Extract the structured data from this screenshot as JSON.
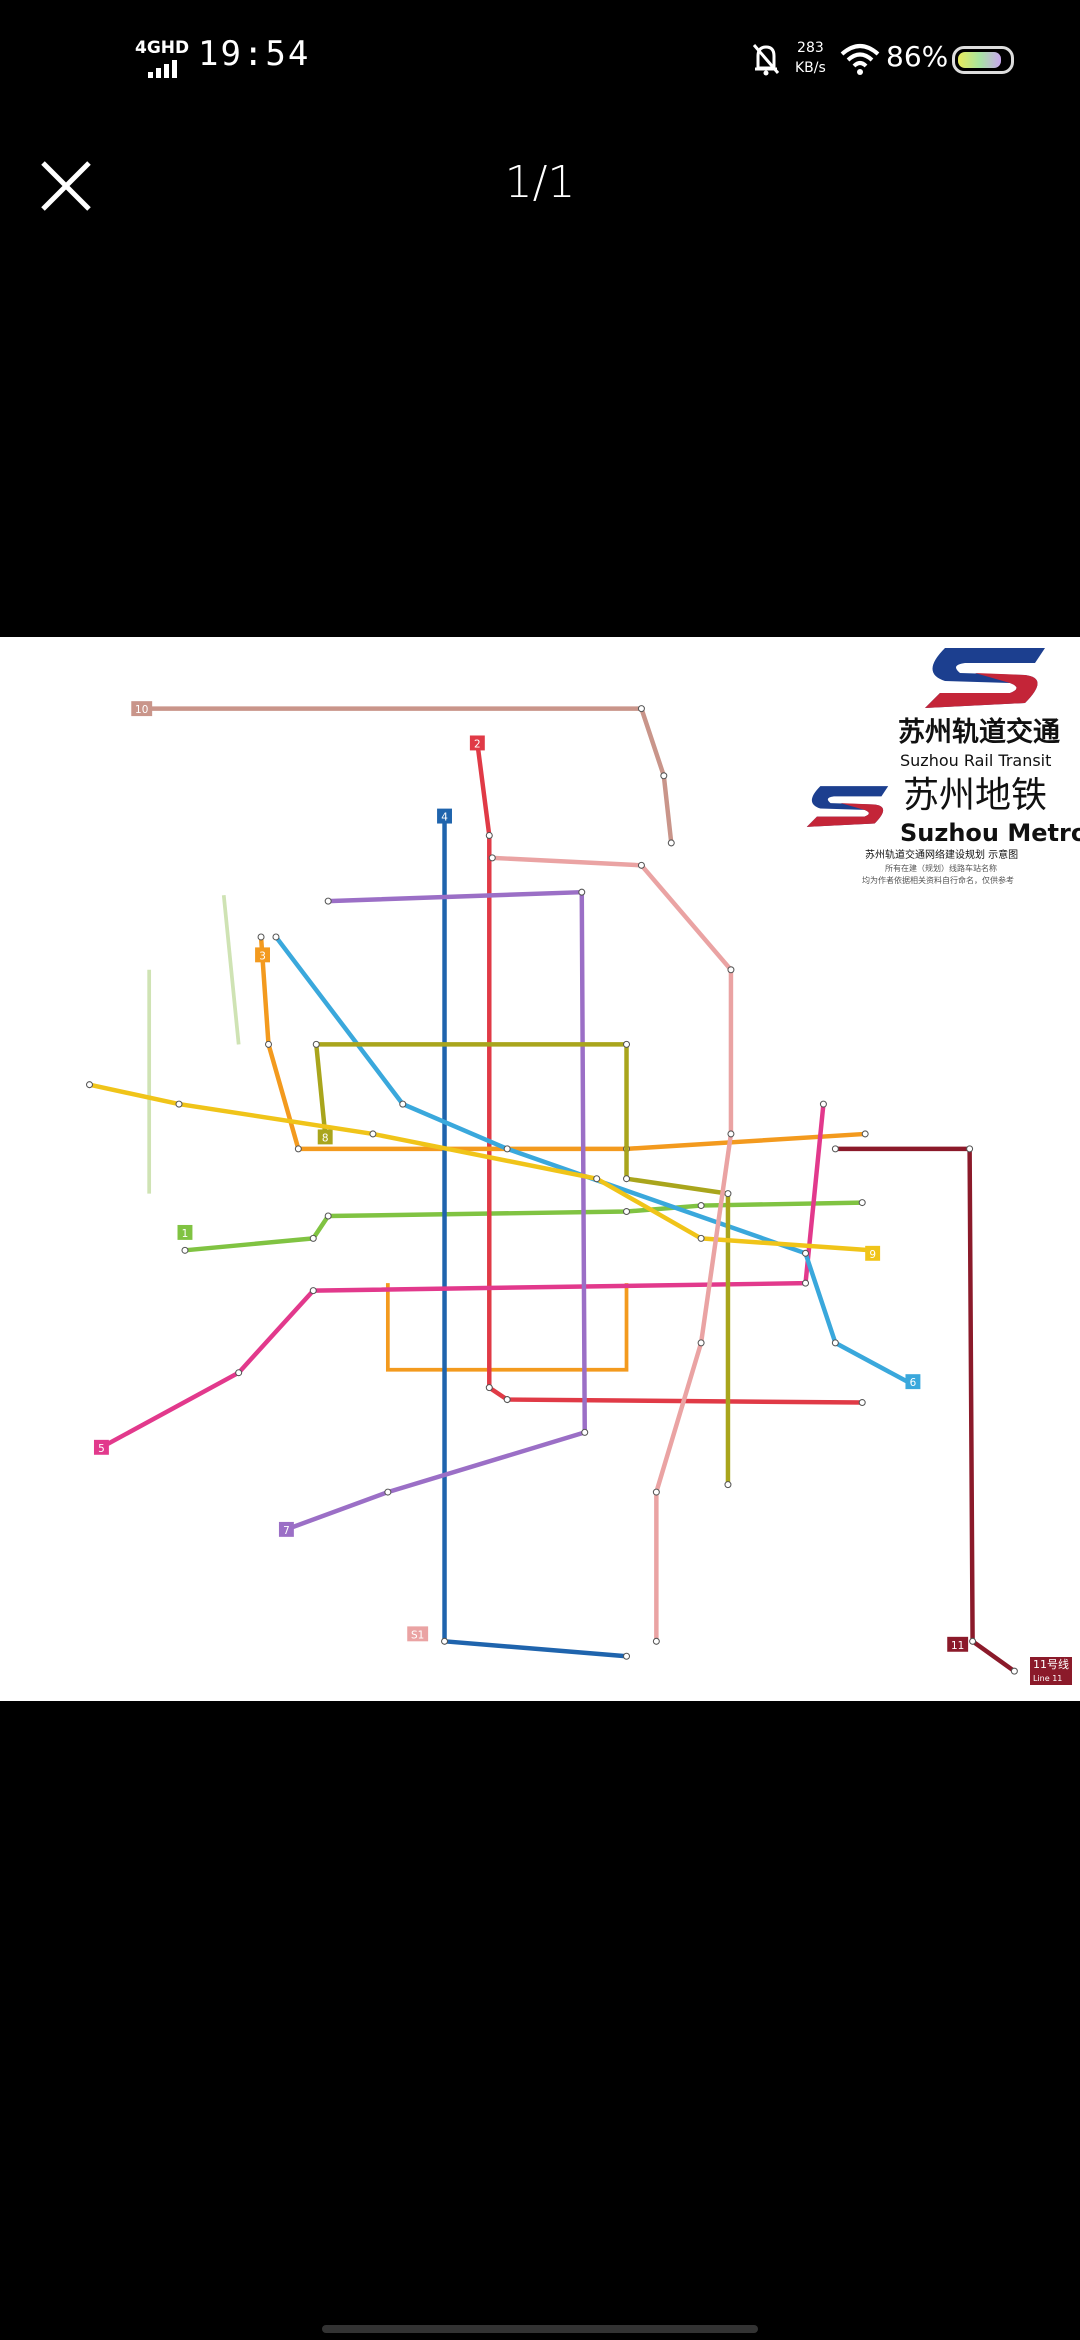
{
  "status_bar": {
    "network": "4GHD",
    "time": "19:54",
    "speed_value": "283",
    "speed_unit": "KB/s",
    "battery": "86%",
    "battery_level": 0.86,
    "icons": [
      "signal-icon",
      "bell-off-icon",
      "wifi-icon",
      "battery-icon"
    ]
  },
  "viewer": {
    "close_icon": "close-icon",
    "counter": "1/1"
  },
  "image": {
    "logo_rail_cn": "苏州轨道交通",
    "logo_rail_en": "Suzhou Rail Transit",
    "logo_metro_cn": "苏州地铁",
    "logo_metro_en": "Suzhou Metro",
    "subtitle": "苏州轨道交通网络建设规划 示意图",
    "note1": "所有在建（规划）线路车站名称",
    "note2": "均为作者依据相关资料自行命名，仅供参考",
    "line11_label": "11号线",
    "line11_en": "Line 11",
    "lines": [
      {
        "id": "1",
        "color": "#80c342"
      },
      {
        "id": "2",
        "color": "#e03a46"
      },
      {
        "id": "3",
        "color": "#f39a1e"
      },
      {
        "id": "4",
        "color": "#1f64ad"
      },
      {
        "id": "5",
        "color": "#e2398c"
      },
      {
        "id": "6",
        "color": "#3aa8dc"
      },
      {
        "id": "7",
        "color": "#9b6fc6"
      },
      {
        "id": "8",
        "color": "#a9a51c"
      },
      {
        "id": "9",
        "color": "#f0c419"
      },
      {
        "id": "10",
        "color": "#c9958a"
      },
      {
        "id": "11",
        "color": "#8b1a2a"
      },
      {
        "id": "S1",
        "color": "#eaa3a3"
      }
    ]
  }
}
